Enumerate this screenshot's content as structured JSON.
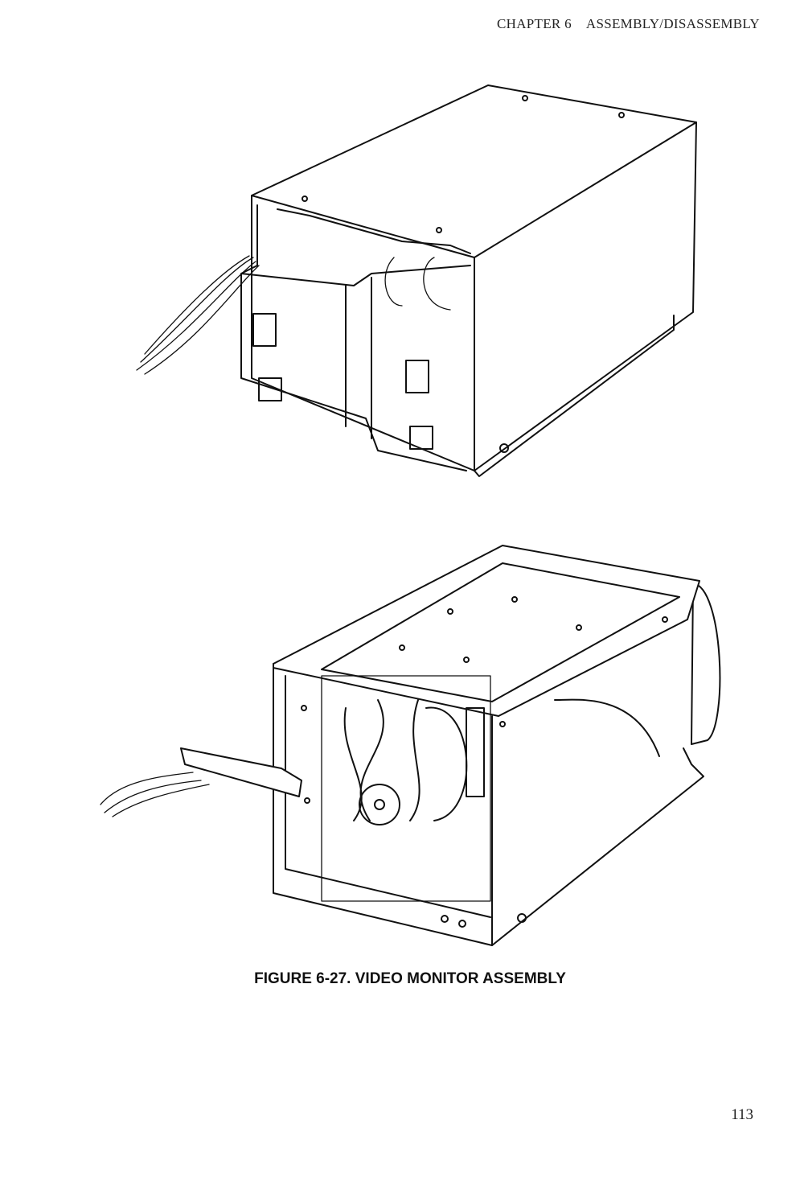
{
  "header": {
    "chapter": "CHAPTER 6",
    "section": "ASSEMBLY/DISASSEMBLY"
  },
  "figure": {
    "caption": "FIGURE 6-27.  VIDEO MONITOR ASSEMBLY"
  },
  "page_number": "113"
}
